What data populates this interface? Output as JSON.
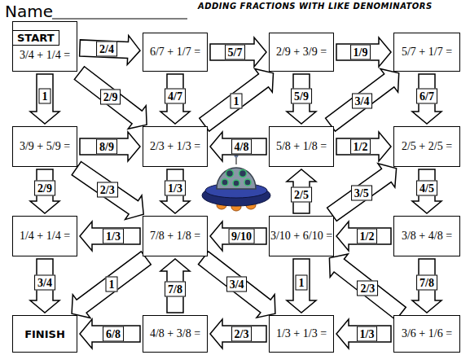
{
  "diagram": {
    "title": "ADDING FRACTIONS WITH LIKE DENOMINATORS",
    "nodes": [
      {
        "text": [
          "START",
          "3/4 + 1/4 ="
        ]
      },
      {
        "text": [
          "6/7 + 1/7 ="
        ]
      },
      {
        "text": [
          "2/9 + 3/9 ="
        ]
      },
      {
        "text": [
          "5/7 + 1/7 ="
        ]
      },
      {
        "text": [
          "3/9 + 5/9 ="
        ]
      },
      {
        "text": [
          "2/3 + 1/3 ="
        ]
      },
      {
        "text": [
          "5/8 + 1/8 ="
        ]
      },
      {
        "text": [
          "2/5 + 2/5 ="
        ]
      },
      {
        "text": [
          "1/4 + 1/4 ="
        ]
      },
      {
        "text": [
          "7/8 + 1/8 ="
        ]
      },
      {
        "text": [
          "3/10 + 6/10 ="
        ]
      },
      {
        "text": [
          "3/8 + 4/8 ="
        ]
      },
      {
        "text": [
          "FINISH"
        ]
      },
      {
        "text": [
          "4/8 + 3/8 ="
        ]
      },
      {
        "text": [
          "1/3 + 1/3 ="
        ]
      },
      {
        "text": [
          "3/6 + 1/6 ="
        ]
      }
    ],
    "edges": [
      {
        "from": 0,
        "to": 1,
        "arrow": "to",
        "label": "2/4"
      },
      {
        "from": 1,
        "to": 2,
        "arrow": "to",
        "label": "5/7"
      },
      {
        "from": 2,
        "to": 3,
        "arrow": "to",
        "label": "1/9"
      },
      {
        "from": 0,
        "to": 4,
        "arrow": "to",
        "label": "1"
      },
      {
        "from": 0,
        "to": 5,
        "arrow": "to",
        "label": "2/9"
      },
      {
        "from": 1,
        "to": 5,
        "arrow": "to",
        "label": "4/7"
      },
      {
        "from": 5,
        "to": 2,
        "arrow": "to",
        "label": "1"
      },
      {
        "from": 2,
        "to": 6,
        "arrow": "to",
        "label": "5/9"
      },
      {
        "from": 6,
        "to": 3,
        "arrow": "to",
        "label": "3/4"
      },
      {
        "from": 3,
        "to": 7,
        "arrow": "to",
        "label": "6/7"
      },
      {
        "from": 4,
        "to": 5,
        "arrow": "to",
        "label": "8/9"
      },
      {
        "from": 6,
        "to": 5,
        "arrow": "to",
        "label": "4/8"
      },
      {
        "from": 6,
        "to": 7,
        "arrow": "to",
        "label": "1/2"
      },
      {
        "from": 4,
        "to": 8,
        "arrow": "to",
        "label": "2/9"
      },
      {
        "from": 4,
        "to": 9,
        "arrow": "to",
        "label": "2/3"
      },
      {
        "from": 5,
        "to": 9,
        "arrow": "to",
        "label": "1/3"
      },
      {
        "from": 10,
        "to": 6,
        "arrow": "to",
        "label": "2/5"
      },
      {
        "from": 10,
        "to": 7,
        "arrow": "to",
        "label": "3/5"
      },
      {
        "from": 7,
        "to": 11,
        "arrow": "to",
        "label": "4/5"
      },
      {
        "from": 9,
        "to": 8,
        "arrow": "to",
        "label": "1/3"
      },
      {
        "from": 10,
        "to": 9,
        "arrow": "to",
        "label": "9/10"
      },
      {
        "from": 11,
        "to": 10,
        "arrow": "to",
        "label": "1/2"
      },
      {
        "from": 8,
        "to": 12,
        "arrow": "to",
        "label": "3/4"
      },
      {
        "from": 9,
        "to": 12,
        "arrow": "to",
        "label": "1"
      },
      {
        "from": 13,
        "to": 9,
        "arrow": "to",
        "label": "7/8"
      },
      {
        "from": 9,
        "to": 14,
        "arrow": "to",
        "label": "3/4"
      },
      {
        "from": 10,
        "to": 14,
        "arrow": "to",
        "label": "1"
      },
      {
        "from": 15,
        "to": 10,
        "arrow": "to",
        "label": "2/3"
      },
      {
        "from": 11,
        "to": 15,
        "arrow": "to",
        "label": "7/8"
      },
      {
        "from": 15,
        "to": 14,
        "arrow": "to",
        "label": "1/3"
      },
      {
        "from": 14,
        "to": 13,
        "arrow": "to",
        "label": "2/3"
      },
      {
        "from": 13,
        "to": 12,
        "arrow": "to",
        "label": "6/8"
      }
    ],
    "labels": [
      "Name"
    ]
  }
}
